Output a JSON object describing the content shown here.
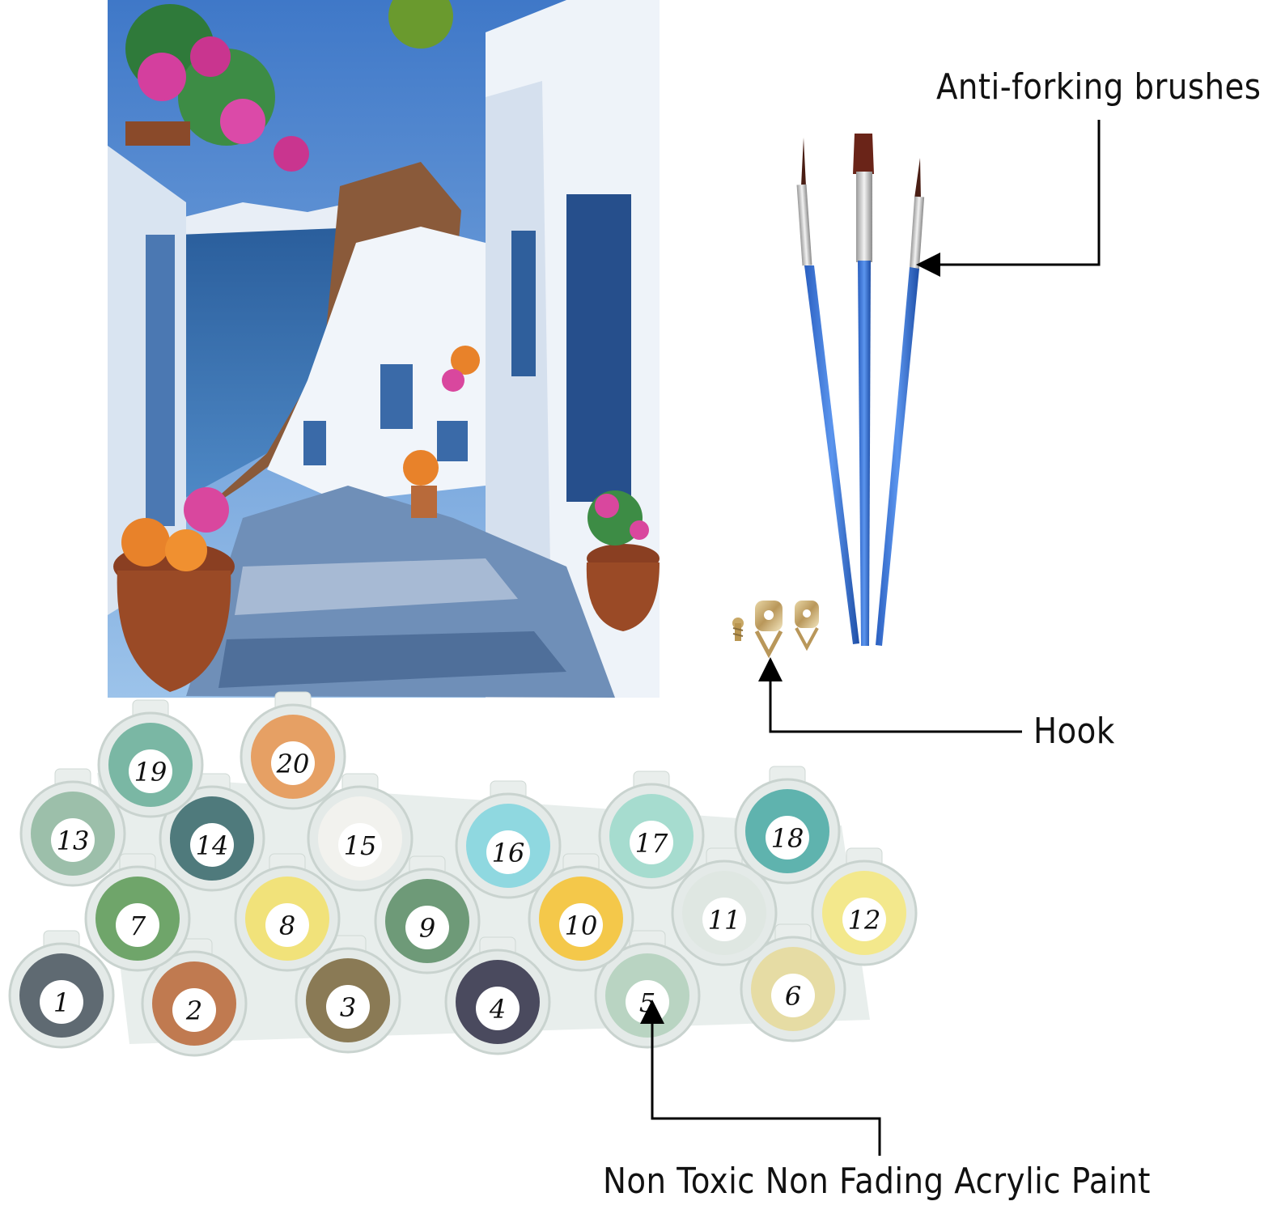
{
  "labels": {
    "brushes": "Anti-forking brushes",
    "hook": "Hook",
    "paint": "Non Toxic Non Fading Acrylic Paint"
  },
  "paint_pots": [
    {
      "number": "1",
      "color": "#5f6a72"
    },
    {
      "number": "2",
      "color": "#c07a50"
    },
    {
      "number": "3",
      "color": "#8a7a55"
    },
    {
      "number": "4",
      "color": "#4a4a5e"
    },
    {
      "number": "5",
      "color": "#b9d4c2"
    },
    {
      "number": "6",
      "color": "#e6dca4"
    },
    {
      "number": "7",
      "color": "#6fa56a"
    },
    {
      "number": "8",
      "color": "#f1e27a"
    },
    {
      "number": "9",
      "color": "#6e9a78"
    },
    {
      "number": "10",
      "color": "#f4c84a"
    },
    {
      "number": "11",
      "color": "#dfe7e2"
    },
    {
      "number": "12",
      "color": "#f3e88c"
    },
    {
      "number": "13",
      "color": "#9cbfaa"
    },
    {
      "number": "14",
      "color": "#4f7a7c"
    },
    {
      "number": "15",
      "color": "#f2f2ee"
    },
    {
      "number": "16",
      "color": "#8fd8e0"
    },
    {
      "number": "17",
      "color": "#a6dccf"
    },
    {
      "number": "18",
      "color": "#5fb3ae"
    },
    {
      "number": "19",
      "color": "#7ab7a4"
    },
    {
      "number": "20",
      "color": "#e6a064"
    }
  ]
}
